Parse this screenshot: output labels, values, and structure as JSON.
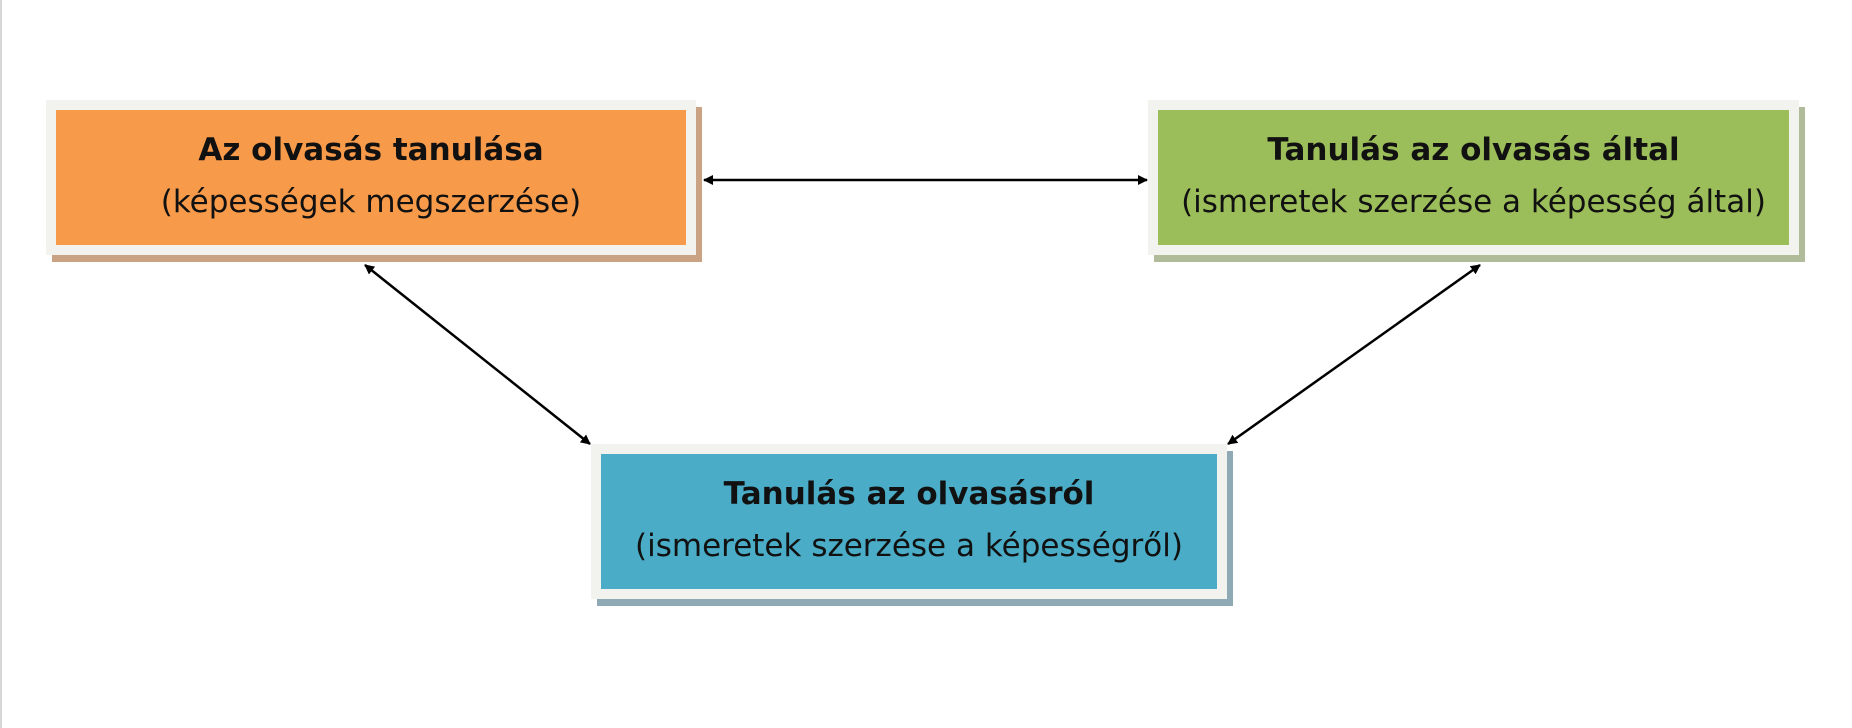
{
  "nodes": {
    "learning_to_read": {
      "title": "Az olvasás tanulása",
      "subtitle": "(képességek megszerzése)",
      "fill": "#f79a4a"
    },
    "learning_through_reading": {
      "title": "Tanulás az olvasás által",
      "subtitle": "(ismeretek szerzése a képesség által)",
      "fill": "#9bbd5a"
    },
    "learning_about_reading": {
      "title": "Tanulás az olvasásról",
      "subtitle": "(ismeretek szerzése a képességről)",
      "fill": "#4aacc6"
    }
  },
  "edges": [
    {
      "from": "Az olvasás tanulása",
      "to": "Tanulás az olvasás által",
      "type": "bidirectional"
    },
    {
      "from": "Az olvasás tanulása",
      "to": "Tanulás az olvasásról",
      "type": "bidirectional"
    },
    {
      "from": "Tanulás az olvasás által",
      "to": "Tanulás az olvasásról",
      "type": "bidirectional"
    }
  ],
  "colors": {
    "arrow": "#000000",
    "box_frame": "#f2f2ef"
  }
}
